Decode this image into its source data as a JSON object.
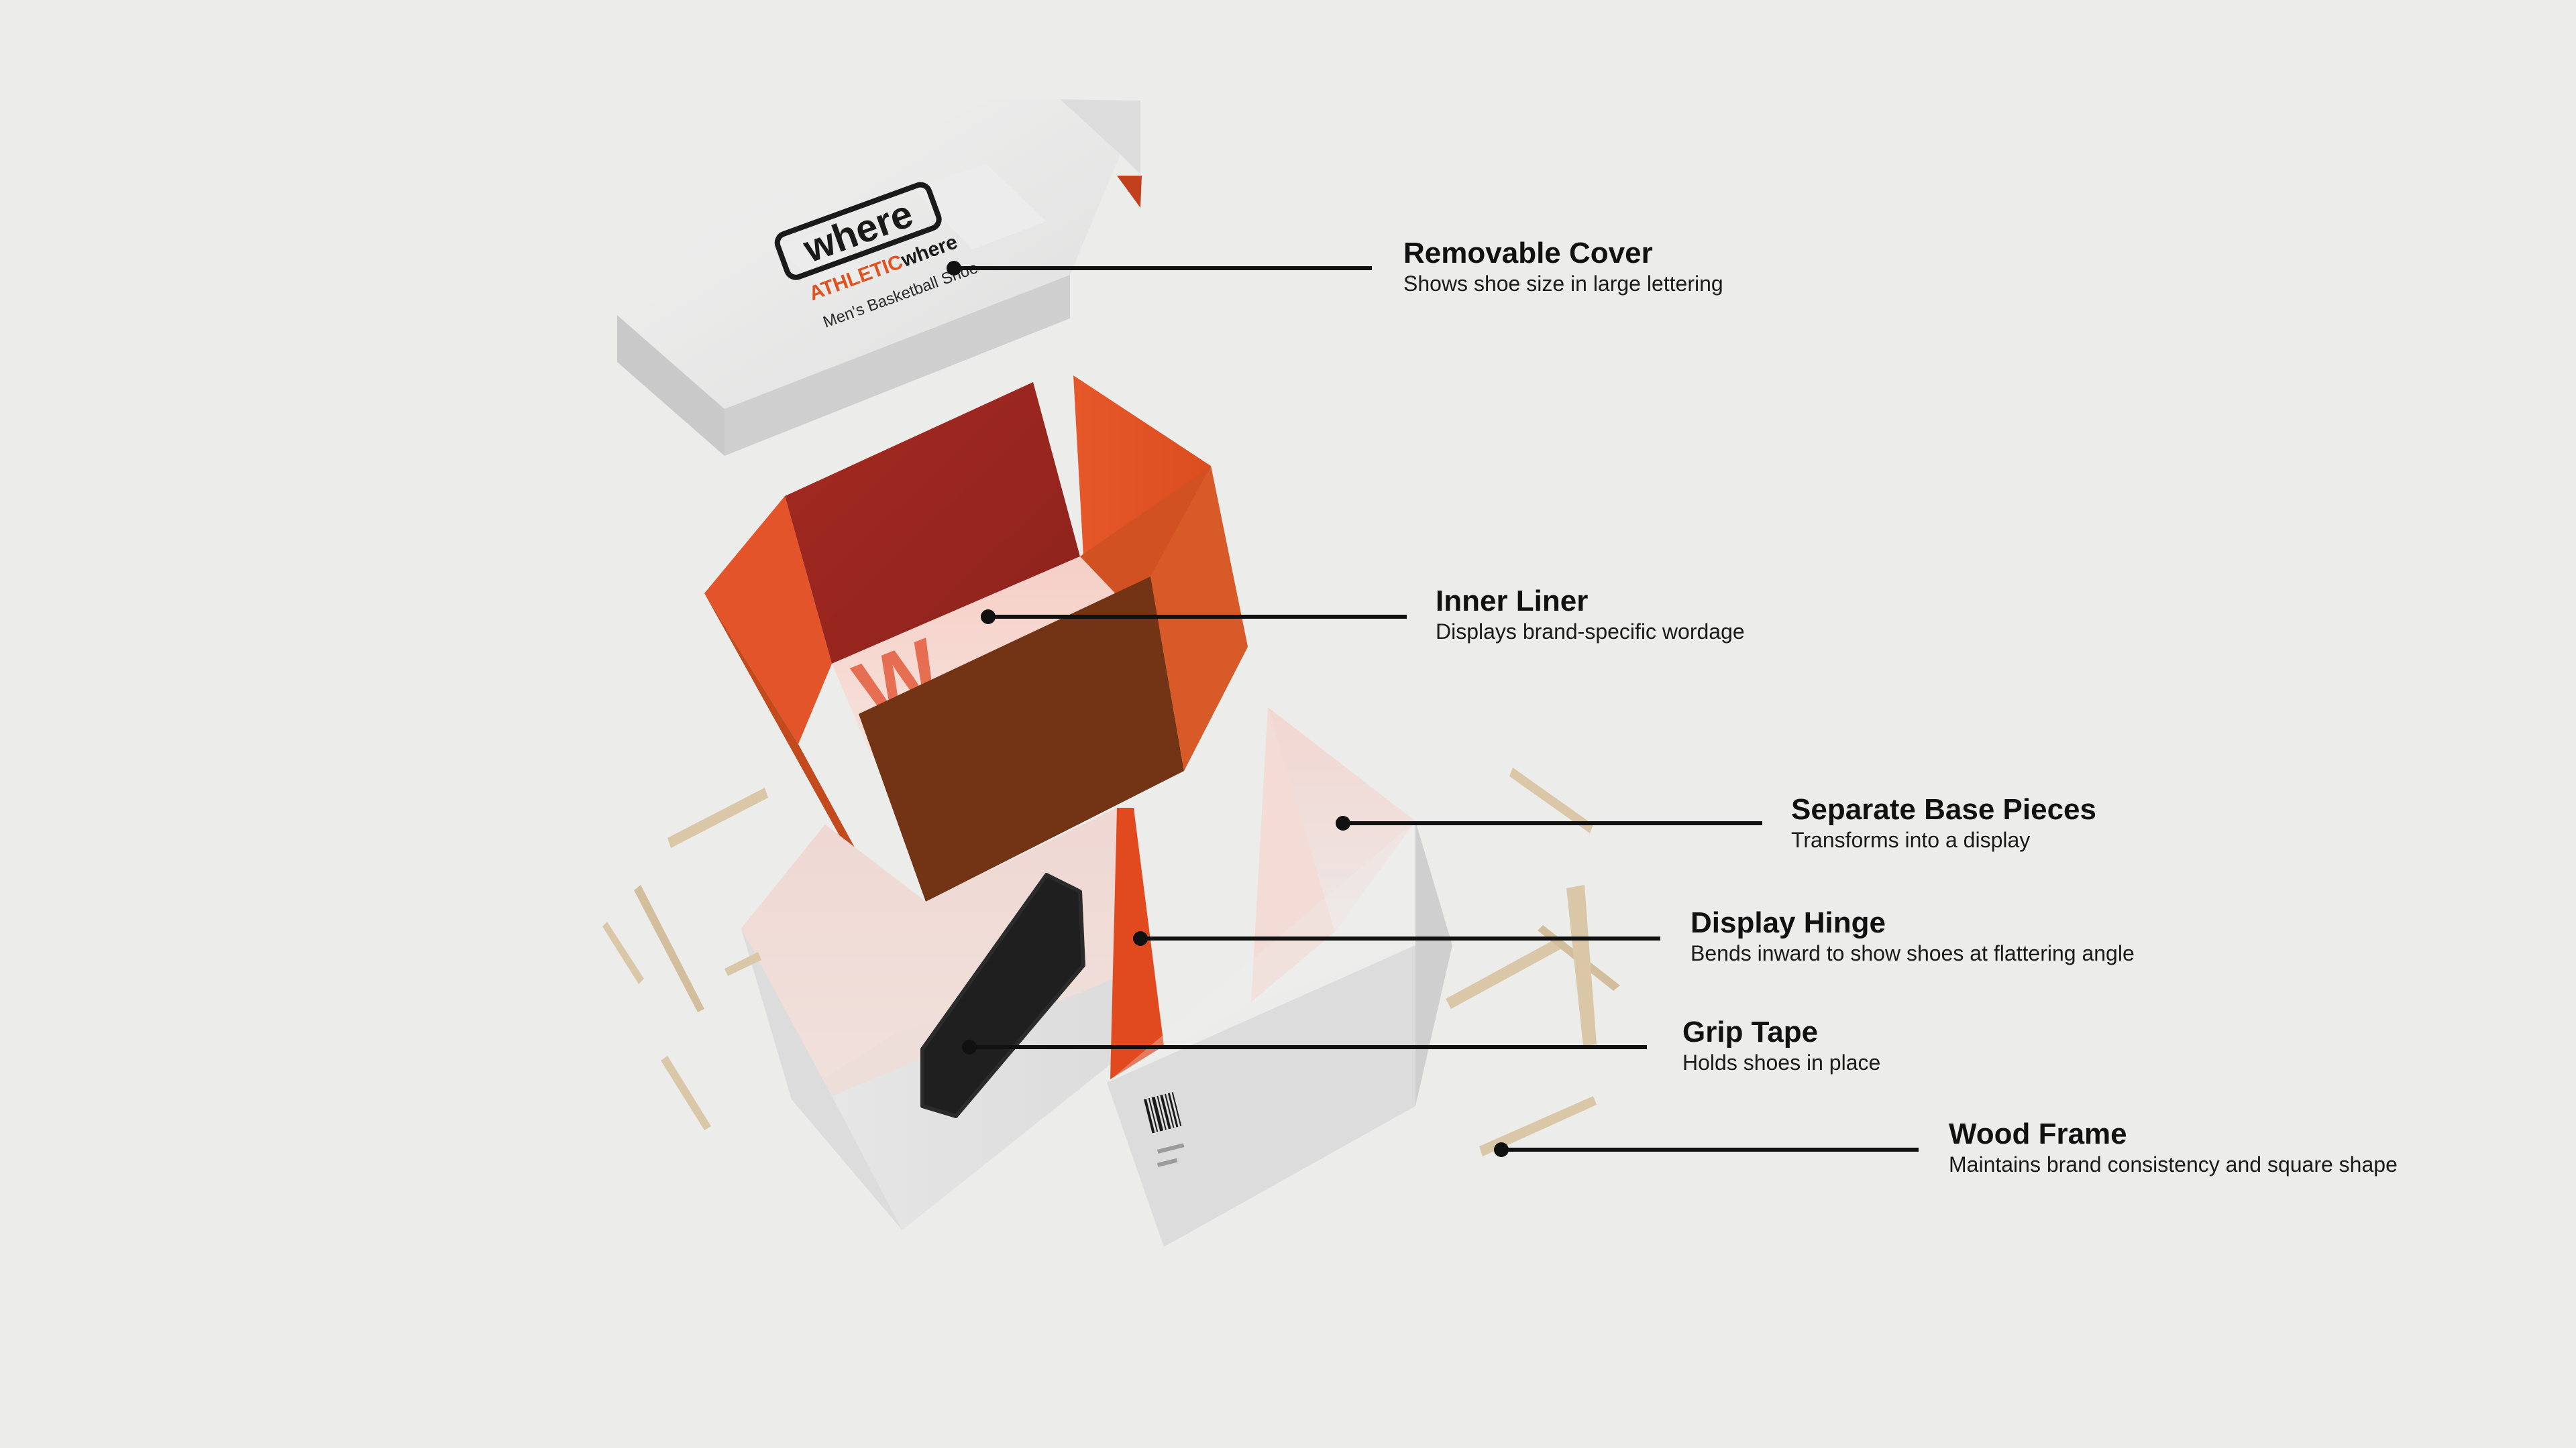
{
  "cover": {
    "logo_word": "where",
    "brand_line_accent": "ATHLETIC",
    "brand_line_rest": "where",
    "product_line": "Men's Basketball Shoe"
  },
  "callouts": [
    {
      "id": "removable-cover",
      "title": "Removable Cover",
      "desc": "Shows shoe size in large lettering"
    },
    {
      "id": "inner-liner",
      "title": "Inner Liner",
      "desc": "Displays brand-specific wordage"
    },
    {
      "id": "separate-base-pieces",
      "title": "Separate Base Pieces",
      "desc": "Transforms into a display"
    },
    {
      "id": "display-hinge",
      "title": "Display Hinge",
      "desc": "Bends inward to show shoes at flattering angle"
    },
    {
      "id": "grip-tape",
      "title": "Grip Tape",
      "desc": "Holds shoes in place"
    },
    {
      "id": "wood-frame",
      "title": "Wood Frame",
      "desc": "Maintains brand consistency and square shape"
    }
  ],
  "colors": {
    "background": "#ececeb",
    "accent_orange": "#e0521f",
    "deep_red": "#922420",
    "brown": "#723414",
    "wood": "#dac7a8",
    "leader": "#111111"
  }
}
